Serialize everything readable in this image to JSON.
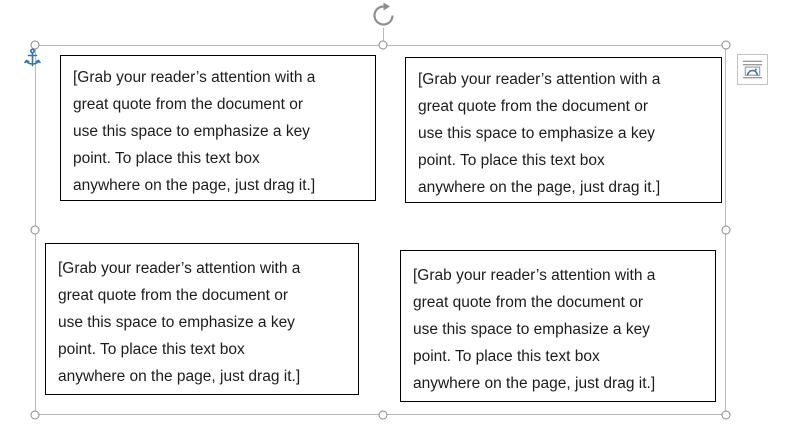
{
  "textboxes": [
    {
      "lines": [
        "[Grab your reader’s attention with a",
        "great quote from the document or",
        "use this space to emphasize a key",
        "point. To place this text box",
        "anywhere on the page, just drag it.]"
      ]
    },
    {
      "lines": [
        "[Grab your reader’s attention with a",
        "great quote from the document or",
        "use this space to emphasize a key",
        "point. To place this text box",
        "anywhere on the page, just drag it.]"
      ]
    },
    {
      "lines": [
        "[Grab your reader’s attention with a",
        "great quote from the document or",
        "use this space to emphasize a key",
        "point. To place this text box",
        "anywhere on the page, just drag it.]"
      ]
    },
    {
      "lines": [
        "[Grab your reader’s attention with a",
        "great quote from the document or",
        "use this space to emphasize a key",
        "point. To place this text box",
        "anywhere on the page, just drag it.]"
      ]
    }
  ],
  "selection": {
    "handles": [
      "top-left",
      "top-center",
      "top-right",
      "middle-left",
      "middle-right",
      "bottom-left",
      "bottom-center",
      "bottom-right"
    ]
  },
  "icons": {
    "rotation_handle": "rotate-icon",
    "layout_options": "layout-options-icon",
    "object_anchor": "anchor-icon"
  },
  "colors": {
    "selection_outline": "#b9b9b9",
    "handle_border": "#8a8a8a",
    "textbox_border": "#000000",
    "text": "#1c1c1c",
    "anchor_blue": "#2e74b5",
    "rotate_gray": "#8f8f8f",
    "layout_button_border": "#c3c3c3",
    "icon_gray": "#9b9b9b"
  }
}
